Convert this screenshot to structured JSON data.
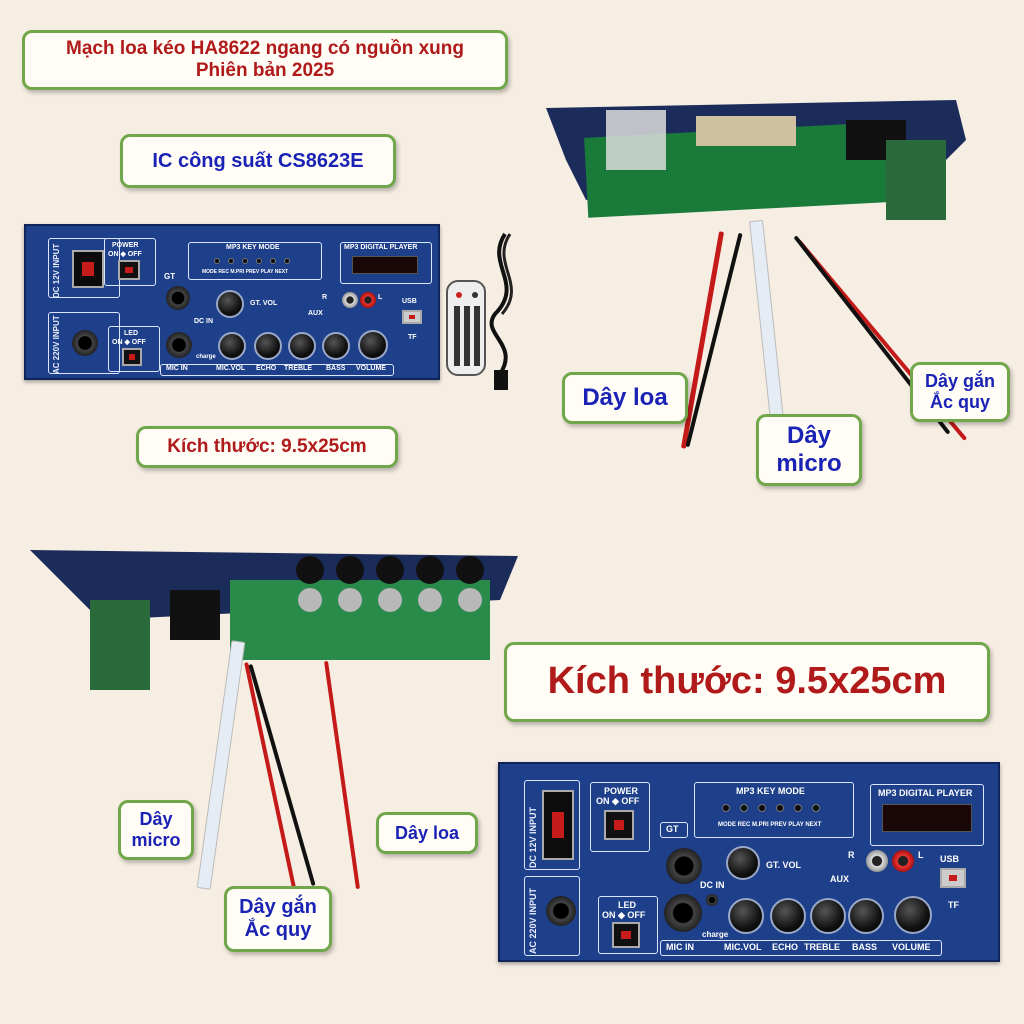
{
  "header": {
    "title_line1": "Mạch loa kéo HA8622 ngang có nguồn xung",
    "title_line2": "Phiên bản  2025"
  },
  "ic_label": "IC công suất CS8623E",
  "size_small": "Kích thước: 9.5x25cm",
  "size_large": "Kích thước: 9.5x25cm",
  "labels_top_photo": {
    "speaker": "Dây loa",
    "micro_line1": "Dây",
    "micro_line2": "micro",
    "battery_line1": "Dây gắn",
    "battery_line2": "Ắc quy"
  },
  "labels_bottom_photo": {
    "micro_line1": "Dây",
    "micro_line2": "micro",
    "speaker": "Dây loa",
    "battery_line1": "Dây gắn",
    "battery_line2": "Ắc quy"
  },
  "panel": {
    "dc_input": "DC 12V INPUT",
    "ac_input": "AC 220V INPUT",
    "power": "POWER",
    "on_off": "ON ◆ OFF",
    "gt": "GT",
    "led": "LED",
    "dc_in": "DC IN",
    "charge": "charge",
    "mp3_key_mode": "MP3 KEY MODE",
    "mode_keys": "MODE REC M.PRI PREV PLAY NEXT",
    "mp3_player": "MP3 DIGITAL PLAYER",
    "gt_vol": "GT. VOL",
    "aux": "AUX",
    "r": "R",
    "l": "L",
    "usb": "USB",
    "tf": "TF",
    "mic_in": "MIC IN",
    "mic_vol": "MIC.VOL",
    "echo": "ECHO",
    "treble": "TREBLE",
    "bass": "BASS",
    "volume": "VOLUME"
  },
  "colors": {
    "callout_border": "#6fa74a",
    "title_red": "#b01a1a",
    "label_blue": "#1a23b5",
    "panel_blue": "#1e3f8a"
  }
}
